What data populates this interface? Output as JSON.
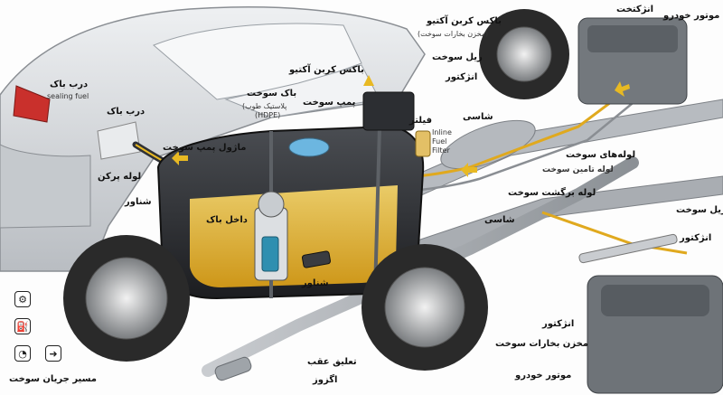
{
  "labels": {
    "door_tank_top": "درب باک",
    "sealing_fuel": "sealing fuel",
    "door_tank": "درب باک",
    "filler_pipe": "لوله پرکن",
    "float_left": "شناور",
    "fuel_pump_module": "ماژول پمپ سوخت",
    "fuel_tank": "باک سوخت",
    "fuel_tank_material": "پلاستیک طوب)",
    "hdpe": "(HDPE)",
    "fuel_pump": "پمپ سوخت",
    "carbon_box": "باکس کربن آکتیو",
    "filter": "فیلتر",
    "inline_filter": "Inline Fuel Filter",
    "chassis_mid": "شاسی",
    "inside_tank": "داخل باک",
    "float_inside": "شناور",
    "exhaust": "اگزوز",
    "rear_suspension": "تعلیق عقب",
    "carbon_box_top": "باکس کربن آکتیو",
    "vapor_store": "(مخزن بخارات سوخت)",
    "fuel_rail_top": "ریل سوخت",
    "injector_top": "انژکتور",
    "manifold": "انژکتخت",
    "engine_top": "موتور خودرو",
    "fuel_lines": "لوله‌های سوخت",
    "supply_line": "لوله تامین سوخت",
    "return_line": "لوله برگشت سوخت",
    "chassis_right": "شاسی",
    "fuel_rail_right": "ریل سوخت",
    "injector_right": "انژکتور",
    "injector_bottom": "انژکتور",
    "vapor_tank_bottom": "مخزن بخارات سوخت",
    "engine_bottom": "موتور خودرو",
    "fuel_flow_path": "مسیر جریان سوخت"
  },
  "legend_icons": [
    "gear-icon",
    "fuel-pump-icon",
    "gauge-icon",
    "flow-arrow-icon"
  ],
  "colors": {
    "fuel_yellow": "#e8b923",
    "tank_dark": "#2b2d30",
    "car_body": "#d8dadd",
    "chassis": "#9ea3a8",
    "engine": "#6e7378",
    "tire": "#2a2a2a"
  }
}
